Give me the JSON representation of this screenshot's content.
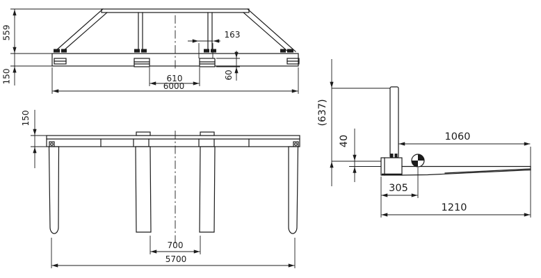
{
  "title": "frame-attachment-technical-drawing",
  "colors": {
    "background": "#ffffff",
    "line": "#1b1b1b"
  },
  "front_view": {
    "dims": {
      "post_height": "559",
      "beam_height": "150",
      "pocket_width": "163",
      "pocket_gap": "610",
      "overall_width": "6000",
      "pocket_height": "60"
    }
  },
  "plan_view": {
    "dims": {
      "beam_depth": "150",
      "center_fork_gap": "700",
      "outer_fork_span": "5700"
    }
  },
  "side_view": {
    "dims": {
      "overall_height_ref": "(637)",
      "fork_step": "40",
      "fork_length": "1060",
      "cg_offset": "305",
      "overall_length": "1210"
    }
  }
}
